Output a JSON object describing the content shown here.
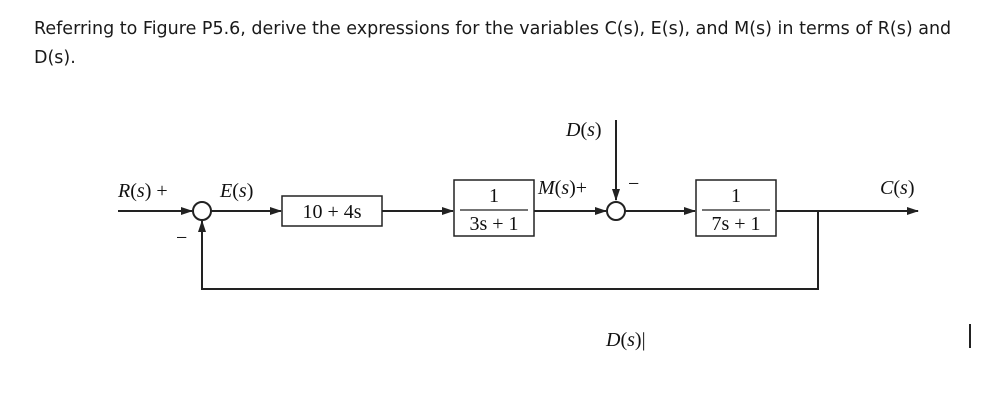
{
  "question": {
    "text": "Referring to Figure P5.6, derive the expressions for the variables C(s), E(s), and M(s) in terms of R(s) and D(s)."
  },
  "diagram": {
    "input_label": "R(s) +",
    "error_label": "E(s)",
    "minus_sign_1": "−",
    "block_controller": "10 + 4s",
    "block_plant1_num": "1",
    "block_plant1_den": "3s + 1",
    "disturbance_label": "D(s)",
    "disturbance_minus": "−",
    "mid_label": "M(s)+",
    "block_plant2_num": "1",
    "block_plant2_den": "7s + 1",
    "output_label": "C(s)",
    "bottom_label": "D(s)|"
  },
  "colors": {
    "line": "#222222",
    "text": "#1a1a1a"
  }
}
